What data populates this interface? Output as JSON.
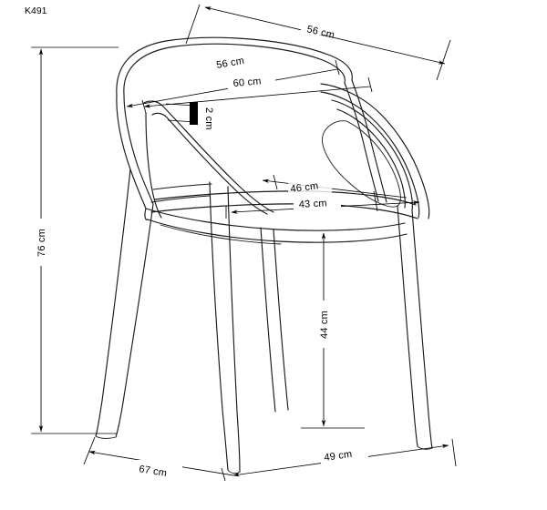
{
  "drawing": {
    "product_code": "K491",
    "units": "cm",
    "background_color": "#ffffff",
    "line_color": "#1a1a1a",
    "dimension_color": "#000000"
  },
  "dimensions": {
    "overall_width_top_diagonal": "56 cm",
    "backrest_width": "56 cm",
    "armrest_outer_width": "60 cm",
    "seat_thickness": "2 cm",
    "seat_depth_upper": "46 cm",
    "seat_depth_lower": "43 cm",
    "overall_height": "76 cm",
    "seat_height": "44 cm",
    "depth_front_to_back": "67 cm",
    "base_front_width": "49 cm"
  },
  "labels": {
    "d_top_diagonal": "56 cm",
    "d_backrest": "56 cm",
    "d_armrest": "60 cm",
    "d_thickness": "2 cm",
    "d_seat_upper": "46 cm",
    "d_seat_lower": "43 cm",
    "d_height": "76 cm",
    "d_seat_height": "44 cm",
    "d_depth": "67 cm",
    "d_base": "49 cm",
    "code": "K491"
  }
}
